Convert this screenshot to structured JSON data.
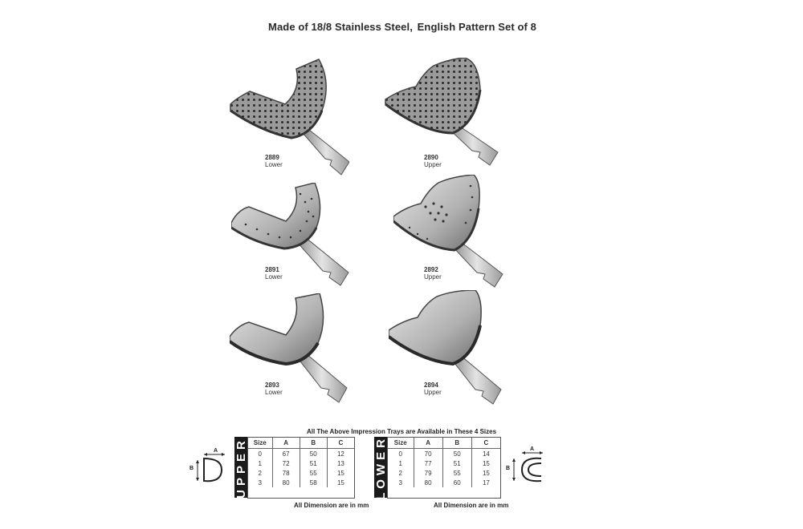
{
  "header": {
    "title_part1": "Made of 18/8 Stainless Steel,",
    "title_part2": "English Pattern Set of 8"
  },
  "trays": [
    {
      "code": "2889",
      "jaw": "Lower",
      "style": "perforated"
    },
    {
      "code": "2890",
      "jaw": "Upper",
      "style": "perforated"
    },
    {
      "code": "2891",
      "jaw": "Lower",
      "style": "rim-perforated"
    },
    {
      "code": "2892",
      "jaw": "Upper",
      "style": "rim-perforated"
    },
    {
      "code": "2893",
      "jaw": "Lower",
      "style": "solid"
    },
    {
      "code": "2894",
      "jaw": "Upper",
      "style": "solid"
    }
  ],
  "sizes_heading": "All The Above Impression Trays are Available in These 4 Sizes",
  "upper": {
    "band_label": "UPPER",
    "columns": [
      "Size",
      "A",
      "B",
      "C"
    ],
    "rows": [
      [
        "0",
        "67",
        "50",
        "12"
      ],
      [
        "1",
        "72",
        "51",
        "13"
      ],
      [
        "2",
        "78",
        "55",
        "15"
      ],
      [
        "3",
        "80",
        "58",
        "15"
      ]
    ],
    "note": "All Dimension are in mm",
    "diagram_labels": {
      "a": "A",
      "b": "B"
    }
  },
  "lower": {
    "band_label": "LOWER",
    "columns": [
      "Size",
      "A",
      "B",
      "C"
    ],
    "rows": [
      [
        "0",
        "70",
        "50",
        "14"
      ],
      [
        "1",
        "77",
        "51",
        "15"
      ],
      [
        "2",
        "79",
        "55",
        "15"
      ],
      [
        "3",
        "80",
        "60",
        "17"
      ]
    ],
    "note": "All Dimension are in mm",
    "diagram_labels": {
      "a": "A",
      "b": "B"
    }
  }
}
